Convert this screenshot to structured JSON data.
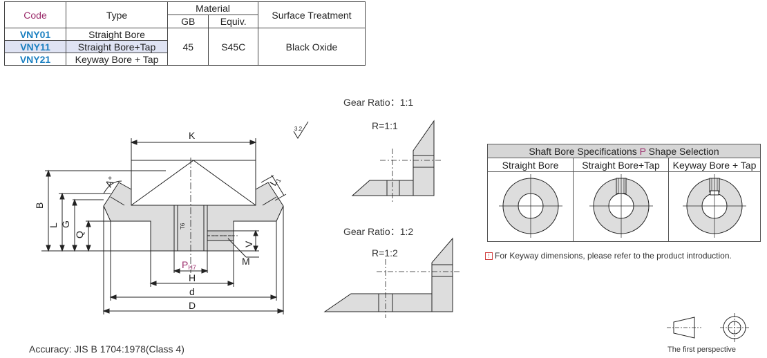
{
  "spec_table": {
    "headers": {
      "code": "Code",
      "type": "Type",
      "material": "Material",
      "gb": "GB",
      "equiv": "Equiv.",
      "surface": "Surface Treatment"
    },
    "rows": [
      {
        "code": "VNY01",
        "type": "Straight Bore"
      },
      {
        "code": "VNY11",
        "type": "Straight Bore+Tap"
      },
      {
        "code": "VNY21",
        "type": "Keyway Bore + Tap"
      }
    ],
    "material_gb": "45",
    "material_equiv": "S45C",
    "surface_treatment": "Black Oxide",
    "code_color": "#1a7fc0",
    "header_code_color": "#9b2c6b",
    "selected_row_color": "#dfe3f3"
  },
  "drawing": {
    "dim_labels": {
      "K": "K",
      "B": "B",
      "L": "L",
      "G": "G",
      "Q": "Q",
      "A": "A°",
      "L1": "L",
      "L1_sub": "1",
      "p_main": "P",
      "p_sub": "H7",
      "H": "H",
      "d": "d",
      "D": "D",
      "V": "V",
      "M": "M",
      "T": "T6"
    },
    "surface_roughness": "3.2",
    "accent_color": "#9b2c6b"
  },
  "gear_ratio_1": {
    "title": "Gear Ratio：1:1",
    "label": "R=1:1"
  },
  "gear_ratio_2": {
    "title": "Gear Ratio：1:2",
    "label": "R=1:2"
  },
  "bore_table": {
    "title_pre": "Shaft Bore Specifications ",
    "title_p": "P",
    "title_post": " Shape Selection",
    "columns": [
      "Straight Bore",
      "Straight Bore+Tap",
      "Keyway Bore + Tap"
    ]
  },
  "note": "For Keyway dimensions, please refer to the product introduction.",
  "accuracy": "Accuracy: JIS B 1704:1978(Class 4)",
  "projection_caption": "The first perspective"
}
